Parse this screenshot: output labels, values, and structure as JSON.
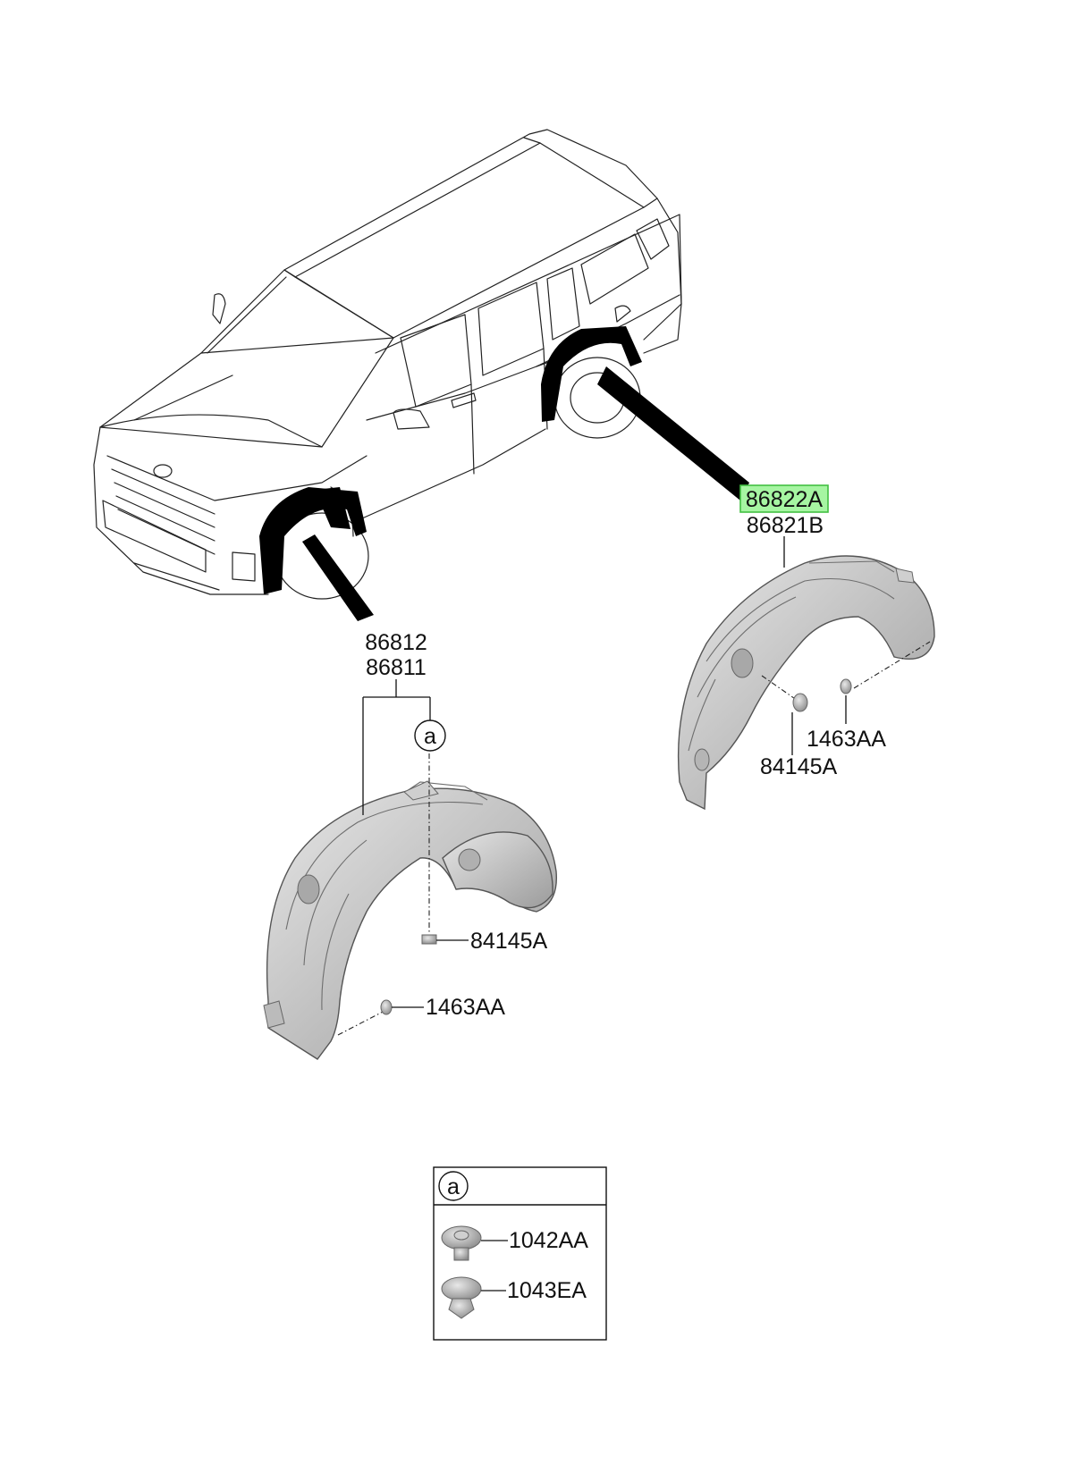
{
  "parts": {
    "rear_right": "86822A",
    "rear_left": "86821B",
    "front_right": "86812",
    "front_left": "86811",
    "rear_nut": "84145A",
    "rear_screw": "1463AA",
    "front_nut": "84145A",
    "front_screw": "1463AA"
  },
  "callout": {
    "letter": "a"
  },
  "legend": {
    "header_letter": "a",
    "items": [
      {
        "code": "1042AA"
      },
      {
        "code": "1043EA"
      }
    ]
  },
  "colors": {
    "highlight_fill": "#a6f5a2",
    "highlight_border": "#42c042",
    "liner_light": "#e2e2e2",
    "liner_dark": "#9a9a9a",
    "fender_band": "#000000"
  },
  "highlighted_part": "86822A"
}
